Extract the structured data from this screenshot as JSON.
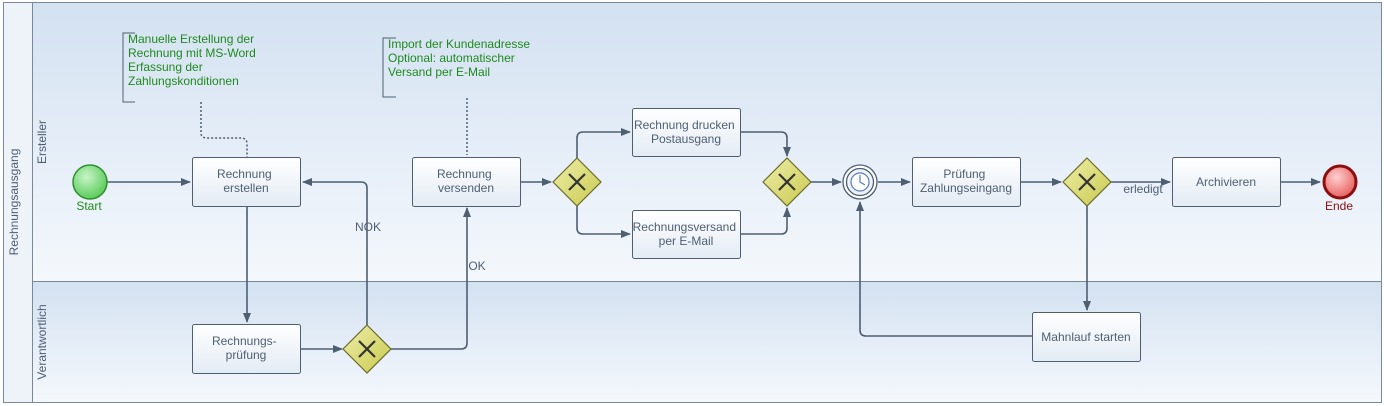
{
  "pool": {
    "label": "Rechnungsausgang"
  },
  "lanes": [
    {
      "id": "lane-erst",
      "label": "Ersteller"
    },
    {
      "id": "lane-ver",
      "label": "Verantwortlich"
    }
  ],
  "annotations": [
    {
      "id": "anno1",
      "lines": [
        "Manuelle Erstellung der",
        "Rechnung mit MS-Word",
        "Erfassung der",
        "Zahlungskonditionen"
      ]
    },
    {
      "id": "anno2",
      "lines": [
        "Import der Kundenadresse",
        "Optional: automatischer",
        "Versand per E-Mail"
      ]
    }
  ],
  "events": {
    "start": {
      "label": "Start",
      "color": "#7fe07f"
    },
    "end": {
      "label": "Ende",
      "color": "#f06a6a"
    }
  },
  "tasks": [
    {
      "id": "t-erstellen",
      "lines": [
        "Rechnung",
        "erstellen"
      ]
    },
    {
      "id": "t-pruefung",
      "lines": [
        "Rechnungs-",
        "prüfung"
      ]
    },
    {
      "id": "t-versenden",
      "lines": [
        "Rechnung",
        "versenden"
      ]
    },
    {
      "id": "t-drucken",
      "lines": [
        "Rechnung drucken",
        "Postausgang"
      ]
    },
    {
      "id": "t-email",
      "lines": [
        "Rechnungsversand",
        "per E-Mail"
      ]
    },
    {
      "id": "t-zahlung",
      "lines": [
        "Prüfung",
        "Zahlungseingang"
      ]
    },
    {
      "id": "t-archiv",
      "lines": [
        "Archivieren"
      ]
    },
    {
      "id": "t-mahnlauf",
      "lines": [
        "Mahnlauf starten"
      ]
    }
  ],
  "flow_labels": {
    "nok": "NOK",
    "ok": "OK",
    "erledigt": "erledigt"
  },
  "colors": {
    "lane_top": "#f6f9fd",
    "lane_bottom": "#cfdff0",
    "task_fill": "#eef3f9",
    "task_border": "#4e5f72",
    "gateway": "#d8d867",
    "annotation_text": "#1f8a1f",
    "edge": "#4e5f72"
  }
}
